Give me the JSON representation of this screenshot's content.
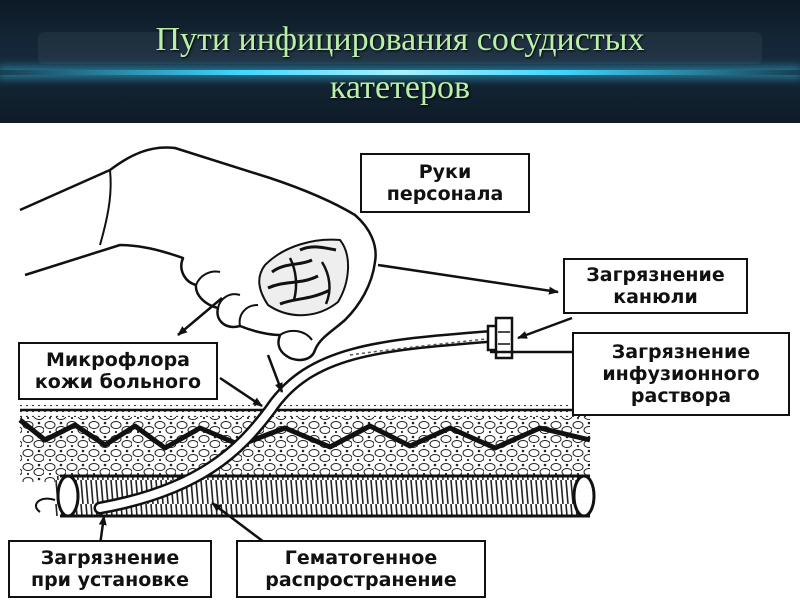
{
  "title": {
    "line1": "Пути инфицирования сосудистых",
    "line2": "катетеров"
  },
  "labels": {
    "hands": [
      "Руки",
      "персонала"
    ],
    "cannula": [
      "Загрязнение",
      "канюли"
    ],
    "infusion": [
      "Загрязнение",
      "инфузионного",
      "раствора"
    ],
    "skin": [
      "Микрофлора",
      "кожи больного"
    ],
    "insertion": [
      "Загрязнение",
      "при установке"
    ],
    "hematogenous": [
      "Гематогенное",
      "распространение"
    ]
  },
  "colors": {
    "title_text": "#b9f0a8",
    "header_bg": "#0d1a26",
    "glow_line": "#3fd7ff",
    "ink": "#111111"
  }
}
